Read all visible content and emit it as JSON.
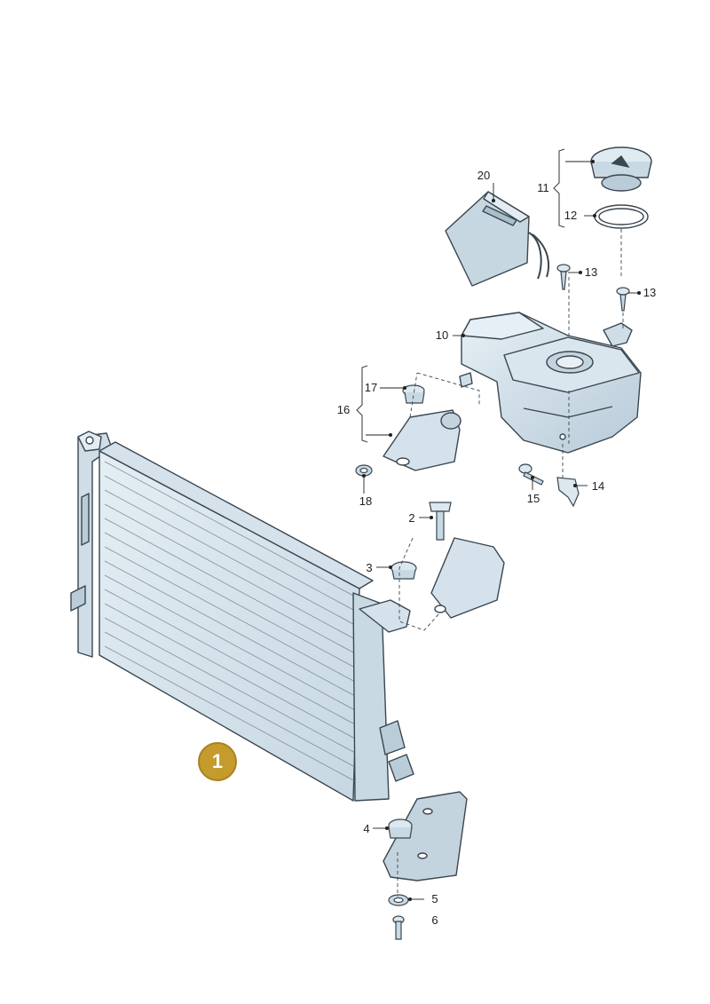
{
  "callouts": {
    "c1": "1",
    "c2": "2",
    "c3": "3",
    "c4": "4",
    "c5": "5",
    "c6": "6",
    "c10": "10",
    "c11": "11",
    "c12": "12",
    "c13a": "13",
    "c13b": "13",
    "c14": "14",
    "c15": "15",
    "c16": "16",
    "c17": "17",
    "c18": "18",
    "c20": "20"
  },
  "colors": {
    "part_fill": "#dce8ef",
    "part_shade": "#b9ccd8",
    "outline": "#3a4650",
    "badge": "#c59b2e"
  }
}
